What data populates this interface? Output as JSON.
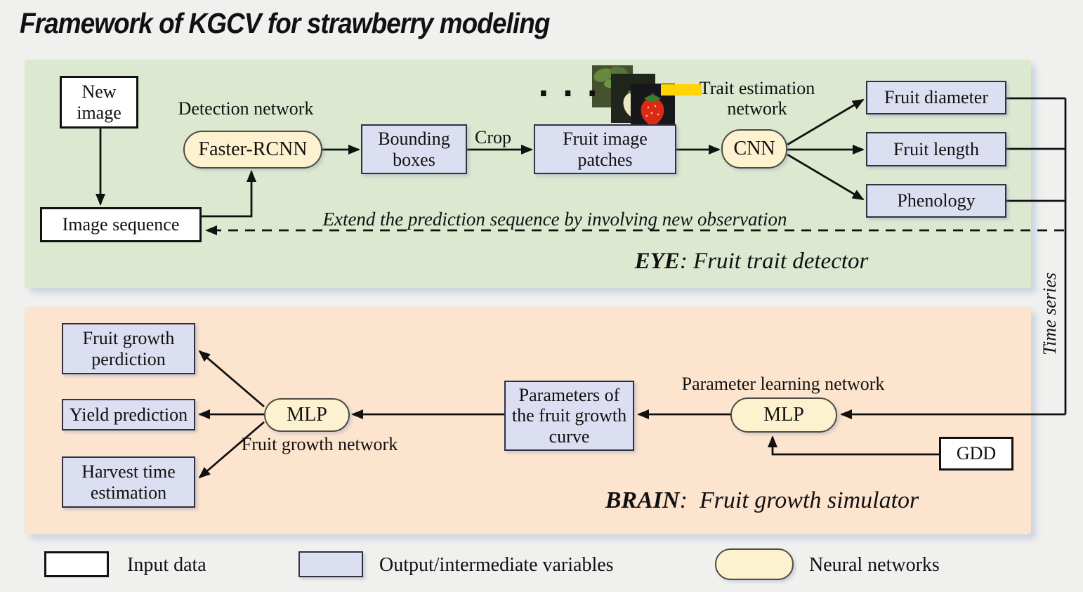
{
  "title": "Framework of KGCV for strawberry modeling",
  "colors": {
    "eye_panel": "#dde8d1",
    "brain_panel": "#fce4cf",
    "input_fill": "#ffffff",
    "variable_fill": "#dcdff1",
    "network_fill": "#fdf2cf",
    "line": "#111111",
    "patch_tag": "#ffd400",
    "background": "#f0f0ee"
  },
  "eye": {
    "section_title_bold": "EYE",
    "section_title_rest": ": Fruit trait detector",
    "labels": {
      "detection_network": "Detection network",
      "trait_network": "Trait estimation network",
      "crop": "Crop",
      "dots": "...",
      "feedback": "Extend the prediction sequence by involving new observation",
      "time_series": "Time series"
    },
    "nodes": {
      "new_image": "New image",
      "image_sequence": "Image sequence",
      "faster_rcnn": "Faster-RCNN",
      "bounding_boxes": "Bounding boxes",
      "fruit_patches": "Fruit image patches",
      "cnn": "CNN",
      "fruit_diameter": "Fruit diameter",
      "fruit_length": "Fruit length",
      "phenology": "Phenology"
    }
  },
  "brain": {
    "section_title_bold": "BRAIN",
    "section_title_rest": ":  Fruit growth simulator",
    "labels": {
      "parameter_network": "Parameter learning network",
      "growth_network": "Fruit growth network"
    },
    "nodes": {
      "fruit_growth_prediction": "Fruit growth perdiction",
      "yield_prediction": "Yield prediction",
      "harvest_time": "Harvest time estimation",
      "mlp_growth": "MLP",
      "curve_parameters": "Parameters of the fruit growth curve",
      "mlp_parameter": "MLP",
      "gdd": "GDD"
    }
  },
  "legend": {
    "input": "Input data",
    "variables": "Output/intermediate variables",
    "networks": "Neural networks"
  }
}
